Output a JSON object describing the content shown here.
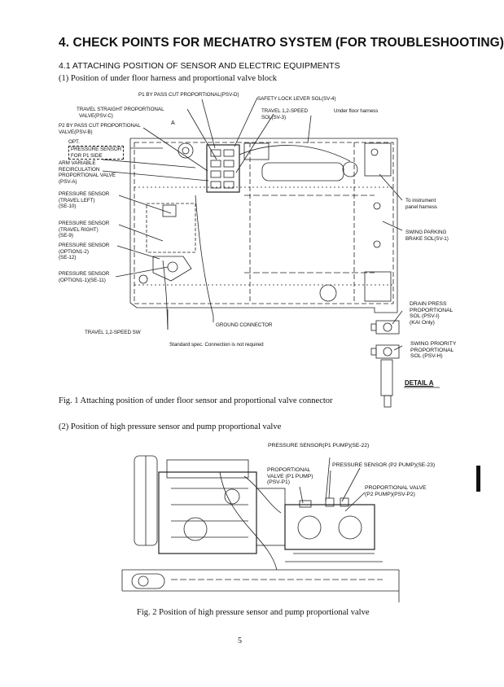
{
  "header": {
    "title": "4.   CHECK POINTS FOR MECHATRO SYSTEM (FOR TROUBLESHOOTING)",
    "section": "4.1  ATTACHING POSITION OF SENSOR AND ELECTRIC EQUIPMENTS",
    "item1": "(1)  Position of under floor harness and proportional valve block",
    "item2": "(2)  Position of high pressure sensor and pump proportional valve"
  },
  "fig1": {
    "caption": "Fig. 1   Attaching position of under floor sensor and proportional valve connector",
    "labels": {
      "p1_bypass": "P1 BY PASS CUT PROPORTIONAL(PSV-D)",
      "safety_lock": "SAFETY LOCK LEVER SOL(SV-4)",
      "travel_straight_1": "TRAVEL STRAIGHT PROPORTIONAL",
      "travel_straight_2": "VALVE(PSV-C)",
      "p2_bypass_1": "P2 BY PASS CUT PROPORTIONAL",
      "p2_bypass_2": "VALVE(PSV-B)",
      "marker_a": "A",
      "travel_12_speed_1": "TRAVEL 1,2-SPEED",
      "travel_12_speed_2": "SOL(SV-3)",
      "under_floor_harness": "Under floor harness",
      "opt": "OPT.",
      "pressure_sensor_p1_1": "PRESSURE SENSOR",
      "pressure_sensor_p1_2": "FOR P1 SIDE",
      "arm_variable_1": "ARM VARIABLE",
      "arm_variable_2": "RECIRCULATION",
      "arm_variable_3": "PROPORTIONAL VALVE",
      "arm_variable_4": "(PSV-A)",
      "se10_1": "PRESSURE SENSOR",
      "se10_2": "(TRAVEL LEFT)",
      "se10_3": "(SE-10)",
      "se9_1": "PRESSURE SENSOR",
      "se9_2": "(TRAVEL RIGHT)",
      "se9_3": "(SE-9)",
      "se12_1": "PRESSURE SENSOR",
      "se12_2": "(OPTION1-2)",
      "se12_3": "(SE-12)",
      "se11_1": "PRESSURE SENSOR",
      "se11_2": "(OPTION1-1)(SE-11)",
      "instrument_1": "To instrument",
      "instrument_2": "panel harness",
      "swing_parking_1": "SWING PARKING",
      "swing_parking_2": "BRAKE SOL(SV-1)",
      "ground_connector": "GROUND CONNECTOR",
      "travel_sw": "TRAVEL 1,2-SPEED SW",
      "standard_spec": "Standard spec. Connection is not required",
      "drain_press_1": "DRAIN PRESS",
      "drain_press_2": "PROPORTIONAL",
      "drain_press_3": "SOL (PSV-I)",
      "drain_press_4": "(KAI Only)",
      "swing_priority_1": "SWING  PRIORITY",
      "swing_priority_2": "PROPORTIONAL",
      "swing_priority_3": "SOL (PSV-H)",
      "detail_a": "DETAIL A"
    }
  },
  "fig2": {
    "caption": "Fig. 2   Position of high pressure sensor and pump proportional valve",
    "labels": {
      "ps_p1": "PRESSURE SENSOR(P1 PUMP)(SE-22)",
      "ps_p2": "PRESSURE SENSOR (P2 PUMP)(SE-23)",
      "pv_p1_1": "PROPORTIONAL",
      "pv_p1_2": "VALVE (P1 PUMP)",
      "pv_p1_3": "(PSV-P1)",
      "pv_p2_1": "PROPORTIONAL VALVE",
      "pv_p2_2": "(P2 PUMP)(PSV-P2)"
    }
  },
  "footer": {
    "page_number": "5"
  }
}
